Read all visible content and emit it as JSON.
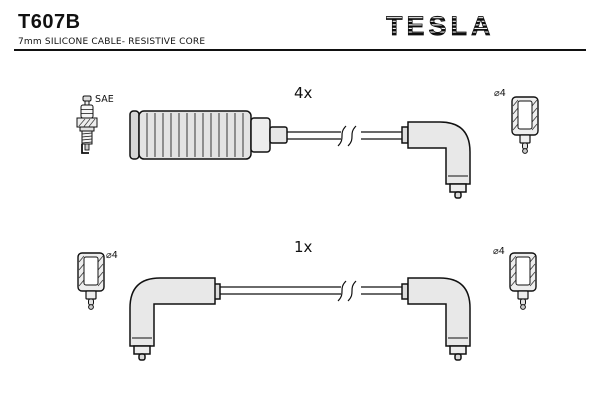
{
  "header": {
    "part_number": "T607B",
    "subtitle": "7mm SILICONE CABLE- RESISTIVE CORE",
    "brand": "TESLA"
  },
  "top_assembly": {
    "quantity": "4x",
    "spark_plug_standard": "SAE",
    "terminal_right_diameter": "⌀4"
  },
  "bottom_assembly": {
    "quantity": "1x",
    "terminal_left_diameter": "⌀4",
    "terminal_right_diameter": "⌀4"
  },
  "colors": {
    "ink": "#111111",
    "background": "#ffffff"
  }
}
